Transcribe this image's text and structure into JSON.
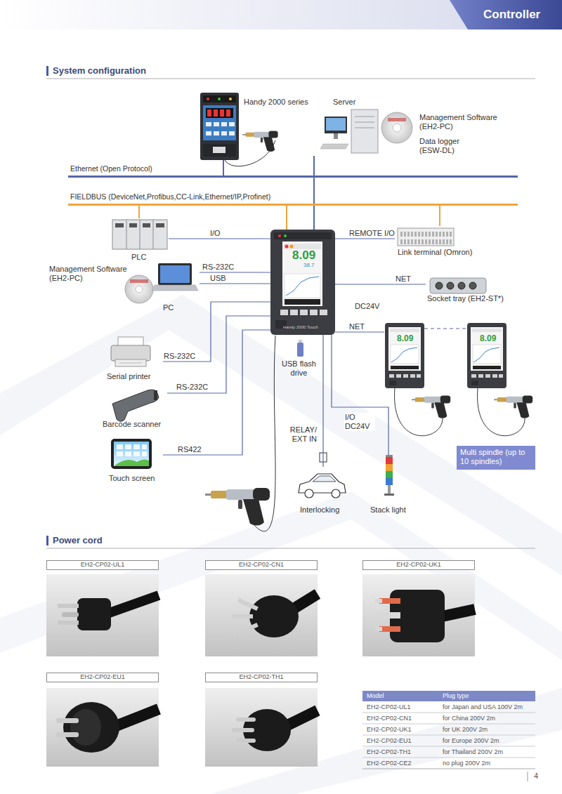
{
  "diagram": {
    "nodes": [
      {
        "text": [
          "Controller"
        ]
      },
      {
        "text": [
          "Handy 2000 series"
        ]
      },
      {
        "text": [
          "Server"
        ]
      },
      {
        "text": [
          "Management Software (EH2-PC)",
          "Data logger (ESW-DL)"
        ]
      },
      {
        "text": [
          "Ethernet (Open Protocol)"
        ]
      },
      {
        "text": [
          "FIELDBUS (DeviceNet,Profibus,CC-Link,Ethernet/IP,Profinet)"
        ]
      },
      {
        "text": [
          "PLC"
        ]
      },
      {
        "text": [
          "8.09",
          "38.7",
          "Handy 2000 Touch"
        ]
      },
      {
        "text": [
          "Link terminal (Omron)"
        ]
      },
      {
        "text": [
          "Management Software (EH2-PC)"
        ]
      },
      {
        "text": [
          "PC"
        ]
      },
      {
        "text": [
          "Socket tray (EH2-ST*)"
        ]
      },
      {
        "text": [
          "Serial printer"
        ]
      },
      {
        "text": [
          "USB flash drive"
        ]
      },
      {
        "text": [
          "8.09"
        ]
      },
      {
        "text": [
          "8.09"
        ]
      },
      {
        "text": [
          "Barcode scanner"
        ]
      },
      {
        "text": [
          "Touch screen"
        ]
      },
      {
        "text": [
          "Multi spindle (up to 10 spindles)"
        ]
      },
      {
        "text": [
          "Interlocking"
        ]
      },
      {
        "text": [
          "Stack light"
        ]
      },
      {
        "text": [
          "EH2-CP02-UL1"
        ]
      },
      {
        "text": [
          "EH2-CP02-CN1"
        ]
      },
      {
        "text": [
          "EH2-CP02-UK1"
        ]
      },
      {
        "text": [
          "EH2-CP02-EU1"
        ]
      },
      {
        "text": [
          "EH2-CP02-TH1"
        ]
      }
    ],
    "edges": [
      {
        "from": 1,
        "to": 4,
        "arrow": "none"
      },
      {
        "from": 2,
        "to": 4,
        "arrow": "none"
      },
      {
        "from": 7,
        "to": 4,
        "arrow": "none"
      },
      {
        "from": 7,
        "to": 5,
        "arrow": "none"
      },
      {
        "from": 6,
        "to": 5,
        "arrow": "none"
      },
      {
        "from": 8,
        "to": 5,
        "arrow": "none"
      },
      {
        "from": 6,
        "to": 7,
        "label": "I/O",
        "arrow": "none"
      },
      {
        "from": 7,
        "to": 8,
        "label": "REMOTE I/O",
        "arrow": "none"
      },
      {
        "from": 10,
        "to": 7,
        "label": "RS-232C",
        "arrow": "none"
      },
      {
        "from": 10,
        "to": 7,
        "label": "USB",
        "arrow": "none"
      },
      {
        "from": 7,
        "to": 11,
        "label": "NET",
        "arrow": "none"
      },
      {
        "from": 7,
        "to": 14,
        "label": "NET",
        "arrow": "none"
      },
      {
        "from": 14,
        "to": 15,
        "arrow": "none"
      },
      {
        "from": 12,
        "to": 7,
        "label": "RS-232C",
        "arrow": "none"
      },
      {
        "from": 16,
        "to": 7,
        "label": "RS-232C",
        "arrow": "none"
      },
      {
        "from": 17,
        "to": 7,
        "label": "RS422",
        "arrow": "none"
      },
      {
        "from": 7,
        "to": 19,
        "label": "RELAY/ EXT IN",
        "arrow": "none"
      },
      {
        "from": 7,
        "to": 20,
        "label": "I/O DC24V",
        "arrow": "none"
      }
    ],
    "labels": [
      "System configuration",
      "DC24V",
      "Power cord",
      "Model",
      "Plug type",
      "EH2-CP02-UL1",
      "for Japan and USA 100V 2m",
      "EH2-CP02-CN1",
      "for China 200V 2m",
      "EH2-CP02-UK1",
      "for UK 200V 2m",
      "EH2-CP02-EU1",
      "for Europe 200V 2m",
      "EH2-CP02-TH1",
      "for Thailand 200V 2m",
      "EH2-CP02-CE2",
      "no plug 200V 2m",
      "4"
    ]
  }
}
